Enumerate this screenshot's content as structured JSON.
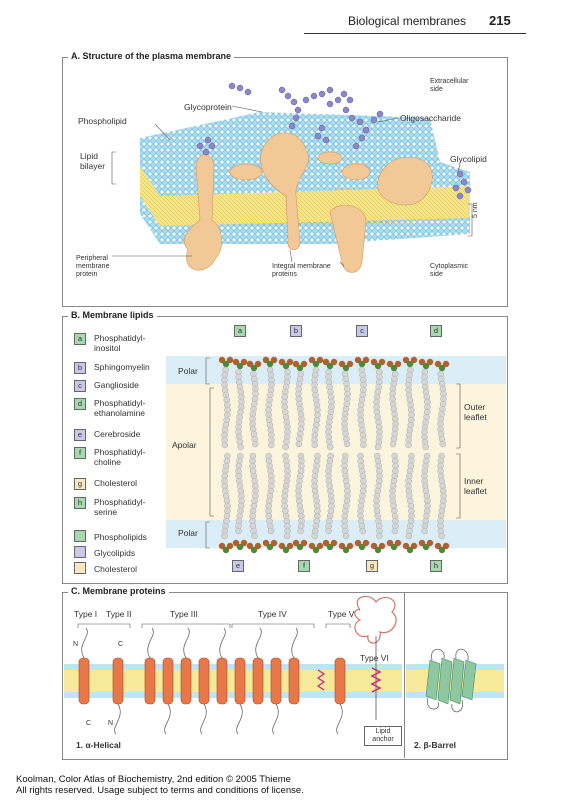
{
  "header": {
    "title": "Biological membranes",
    "page": "215"
  },
  "panelA": {
    "title": "A. Structure of the plasma membrane",
    "labels": {
      "extracellular": "Extracellular side",
      "glycoprotein": "Glycoprotein",
      "phospholipid": "Phospholipid",
      "oligosaccharide": "Oligosaccharide",
      "lipid_bilayer": "Lipid bilayer",
      "glycolipid": "Glycolipid",
      "thickness": "5 nm",
      "peripheral": "Peripheral membrane protein",
      "integral": "Integral membrane proteins",
      "cytoplasmic": "Cytoplasmic side"
    }
  },
  "panelB": {
    "title": "B. Membrane lipids",
    "legend": [
      {
        "key": "a",
        "label": "Phosphatidyl-inositol"
      },
      {
        "key": "b",
        "label": "Sphingomyelin"
      },
      {
        "key": "c",
        "label": "Ganglioside"
      },
      {
        "key": "d",
        "label": "Phosphatidyl-ethanolamine"
      },
      {
        "key": "e",
        "label": "Cerebroside"
      },
      {
        "key": "f",
        "label": "Phosphatidyl-choline"
      },
      {
        "key": "g",
        "label": "Cholesterol"
      },
      {
        "key": "h",
        "label": "Phosphatidyl-serine"
      }
    ],
    "classes": [
      {
        "label": "Phospholipids",
        "color": "#a8d8b0"
      },
      {
        "label": "Glycolipids",
        "color": "#c8c8e8"
      },
      {
        "label": "Cholesterol",
        "color": "#f8e8c0"
      }
    ],
    "regions": {
      "polar_top": "Polar",
      "apolar": "Apolar",
      "polar_bottom": "Polar",
      "outer": "Outer leaflet",
      "inner": "Inner leaflet"
    },
    "top_keys": [
      "a",
      "b",
      "c",
      "d"
    ],
    "bottom_keys": [
      "e",
      "f",
      "g",
      "h"
    ]
  },
  "panelC": {
    "title": "C. Membrane proteins",
    "types": [
      "Type I",
      "Type II",
      "Type III",
      "Type IV",
      "Type V",
      "Type VI"
    ],
    "termini": {
      "n_top": "N",
      "c_top": "C",
      "c_bottom": "C",
      "n_bottom": "N"
    },
    "lipid_anchor": "Lipid anchor",
    "alpha": "1. α-Helical",
    "beta": "2. β-Barrel"
  },
  "footer": {
    "line1": "Koolman, Color Atlas of Biochemistry, 2nd edition © 2005 Thieme",
    "line2": "All rights reserved. Usage subject to terms and conditions of license."
  },
  "colors": {
    "head": "#a8dcf0",
    "tail": "#f4e27a",
    "protein": "#f2c896",
    "sugar": "#8a88c8",
    "helix": "#e8784a",
    "barrel": "#8ec8a0"
  }
}
